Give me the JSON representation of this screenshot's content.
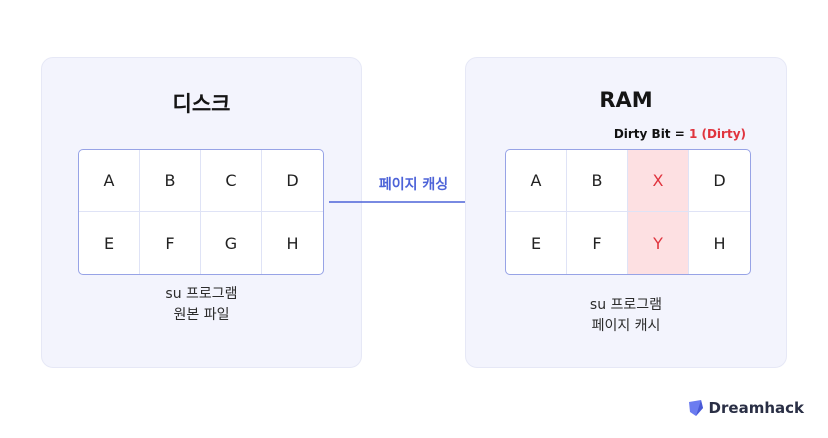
{
  "disk": {
    "title": "디스크",
    "cells": [
      "A",
      "B",
      "C",
      "D",
      "E",
      "F",
      "G",
      "H"
    ],
    "caption_line1": "su 프로그램",
    "caption_line2": "원본 파일"
  },
  "arrow": {
    "label": "페이지 캐싱"
  },
  "ram": {
    "title": "RAM",
    "dirty_label": "Dirty Bit = ",
    "dirty_value": "1 (Dirty)",
    "cells": [
      "A",
      "B",
      "X",
      "D",
      "E",
      "F",
      "Y",
      "H"
    ],
    "caption_line1": "su 프로그램",
    "caption_line2": "페이지 캐시"
  },
  "brand": {
    "name": "Dreamhack",
    "icon": "dreamhack-logo-icon"
  },
  "colors": {
    "accent": "#4d63d8",
    "dirty_text": "#e0343e",
    "dirty_fill": "#fde0e2",
    "panel_bg": "#f3f4fd"
  }
}
